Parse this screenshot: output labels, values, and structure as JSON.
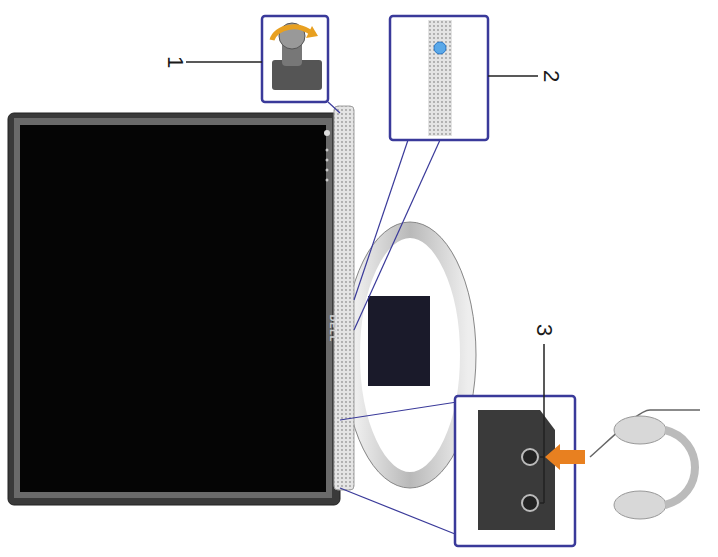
{
  "diagram": {
    "labels": [
      "1",
      "2",
      "3",
      "DELL"
    ]
  }
}
